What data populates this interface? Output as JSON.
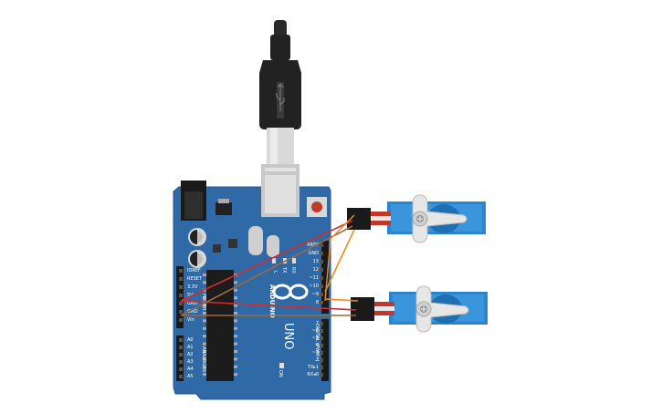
{
  "board": {
    "brand": "ARDUINO",
    "model": "UNO",
    "power_section": "POWER",
    "analog_section": "ANALOG IN",
    "digital_section": "DIGITAL (PWM~)",
    "on_label": "ON",
    "tx_label": "TX",
    "rx_label": "RX",
    "l_label": "L",
    "power_pins": [
      "IOREF",
      "RESET",
      "3.3V",
      "5V",
      "GND",
      "GND",
      "Vin"
    ],
    "analog_pins": [
      "A0",
      "A1",
      "A2",
      "A3",
      "A4",
      "A5"
    ],
    "digital_top_pins": [
      "AREF",
      "GND",
      "13",
      "12",
      "~11",
      "~10",
      "~9",
      "8"
    ],
    "digital_bottom_pins": [
      "7",
      "~6",
      "~5",
      "4",
      "~3",
      "2",
      "TX▸1",
      "RX◂0"
    ]
  },
  "colors": {
    "board": "#2f6aa6",
    "board_edge": "#25578c",
    "servo_body": "#2a85cc",
    "wire_power": "#d42b2b",
    "wire_ground": "#9a6a3c",
    "wire_signal": "#ef8a1a",
    "usb_cable": "#222222"
  }
}
